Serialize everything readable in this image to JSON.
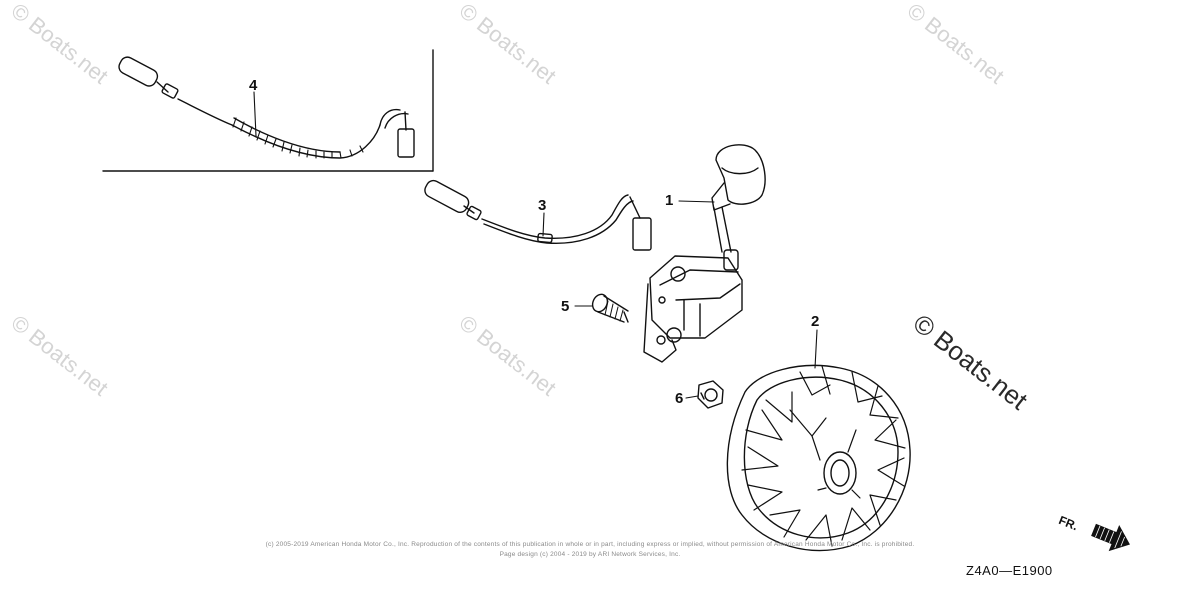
{
  "watermark": {
    "text": "© Boats.net"
  },
  "callouts": [
    {
      "number": "1"
    },
    {
      "number": "2"
    },
    {
      "number": "3"
    },
    {
      "number": "4"
    },
    {
      "number": "5"
    },
    {
      "number": "6"
    }
  ],
  "copyright": {
    "line1": "(c) 2005-2019 American Honda Motor Co., Inc. Reproduction of the contents of this publication in whole or in part, including express or implied, without permission of American Honda Motor Co., Inc. is prohibited.",
    "line2": "Page design (c) 2004 - 2019 by ARI Network Services, Inc."
  },
  "diagram_code": "Z4A0—E1900",
  "direction_label": "FR.",
  "icons": [
    "front-direction-arrow-icon"
  ]
}
